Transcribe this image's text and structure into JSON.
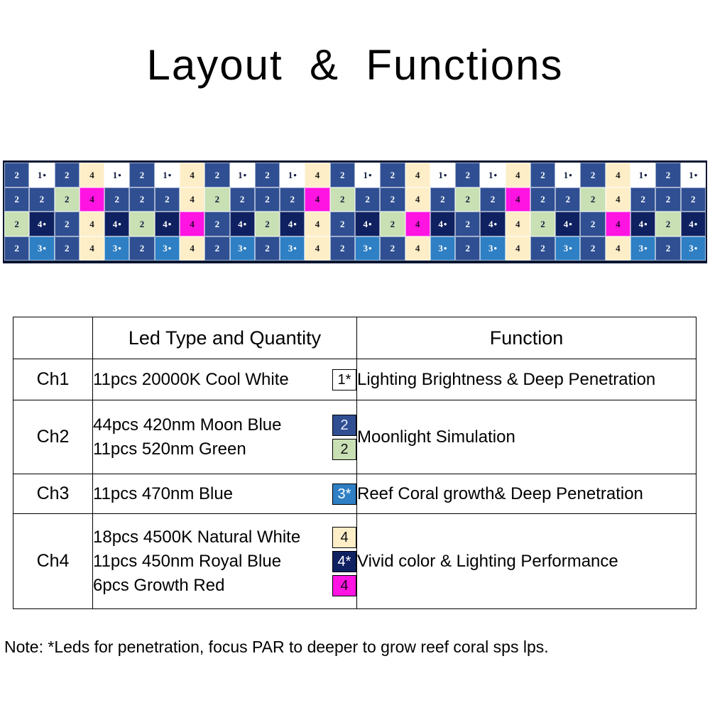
{
  "page": {
    "title": "Layout  &  Functions",
    "note": "Note: *Leds for penetration, focus PAR to deeper to grow reef coral sps lps."
  },
  "colors": {
    "cool_white": "#ffffff",
    "moon_blue": "#2f4f92",
    "green_520": "#c8e0b4",
    "natural_white": "#fdeec8",
    "royal_blue": "#0f2161",
    "growth_red": "#ff14e2",
    "blue_470": "#2e7fc4",
    "panel_background": "#0b1733"
  },
  "led_panel": {
    "rows": 4,
    "columns": 28,
    "legend": {
      "1*": "cool-white",
      "2": "moon-blue",
      "2g": "green",
      "3*": "blue-470",
      "4": "natural-white",
      "4*": "royal-blue",
      "4m": "growth-red"
    },
    "grid": [
      [
        "2",
        "1*",
        "2",
        "4",
        "1*",
        "2",
        "1*",
        "4",
        "2",
        "1*",
        "2",
        "1*",
        "4",
        "2",
        "1*",
        "2",
        "4",
        "1*",
        "2",
        "1*",
        "4",
        "2",
        "1*",
        "2",
        "4",
        "1*",
        "2",
        "1*"
      ],
      [
        "2",
        "2",
        "2g",
        "4m",
        "2",
        "2",
        "2",
        "4",
        "2g",
        "2",
        "2",
        "2",
        "4m",
        "2g",
        "2",
        "2",
        "4",
        "2",
        "2g",
        "2",
        "4m",
        "2",
        "2",
        "2g",
        "4",
        "2",
        "2",
        "2"
      ],
      [
        "2g",
        "4*",
        "2",
        "4",
        "4*",
        "2g",
        "4*",
        "4m",
        "2",
        "4*",
        "2g",
        "4*",
        "4",
        "2",
        "4*",
        "2g",
        "4m",
        "4*",
        "2",
        "4*",
        "4",
        "2g",
        "4*",
        "2",
        "4m",
        "4*",
        "2g",
        "4*"
      ],
      [
        "2",
        "3*",
        "2",
        "4",
        "3*",
        "2",
        "3*",
        "4",
        "2",
        "3*",
        "2",
        "3*",
        "4",
        "2",
        "3*",
        "2",
        "4",
        "3*",
        "2",
        "3*",
        "4",
        "2",
        "3*",
        "2",
        "4",
        "3*",
        "2",
        "3*"
      ]
    ]
  },
  "spec_table": {
    "headers": {
      "channel": "",
      "led_type": "Led Type and Quantity",
      "function": "Function"
    },
    "rows": [
      {
        "channel": "Ch1",
        "leds": [
          {
            "text": "11pcs 20000K Cool White",
            "chip_label": "1*",
            "chip_color": "cool-white"
          }
        ],
        "function": "Lighting Brightness & Deep Penetration"
      },
      {
        "channel": "Ch2",
        "leds": [
          {
            "text": "44pcs 420nm Moon Blue",
            "chip_label": "2",
            "chip_color": "moon-blue"
          },
          {
            "text": "11pcs 520nm Green",
            "chip_label": "2",
            "chip_color": "green"
          }
        ],
        "function": "Moonlight Simulation"
      },
      {
        "channel": "Ch3",
        "leds": [
          {
            "text": "11pcs 470nm Blue",
            "chip_label": "3*",
            "chip_color": "blue-470"
          }
        ],
        "function": "Reef Coral growth& Deep Penetration"
      },
      {
        "channel": "Ch4",
        "leds": [
          {
            "text": "18pcs 4500K Natural White",
            "chip_label": "4",
            "chip_color": "natural-white"
          },
          {
            "text": "11pcs 450nm Royal Blue",
            "chip_label": "4*",
            "chip_color": "royal-blue"
          },
          {
            "text": "6pcs Growth Red",
            "chip_label": "4",
            "chip_color": "growth-red"
          }
        ],
        "function": "Vivid color & Lighting Performance"
      }
    ]
  }
}
